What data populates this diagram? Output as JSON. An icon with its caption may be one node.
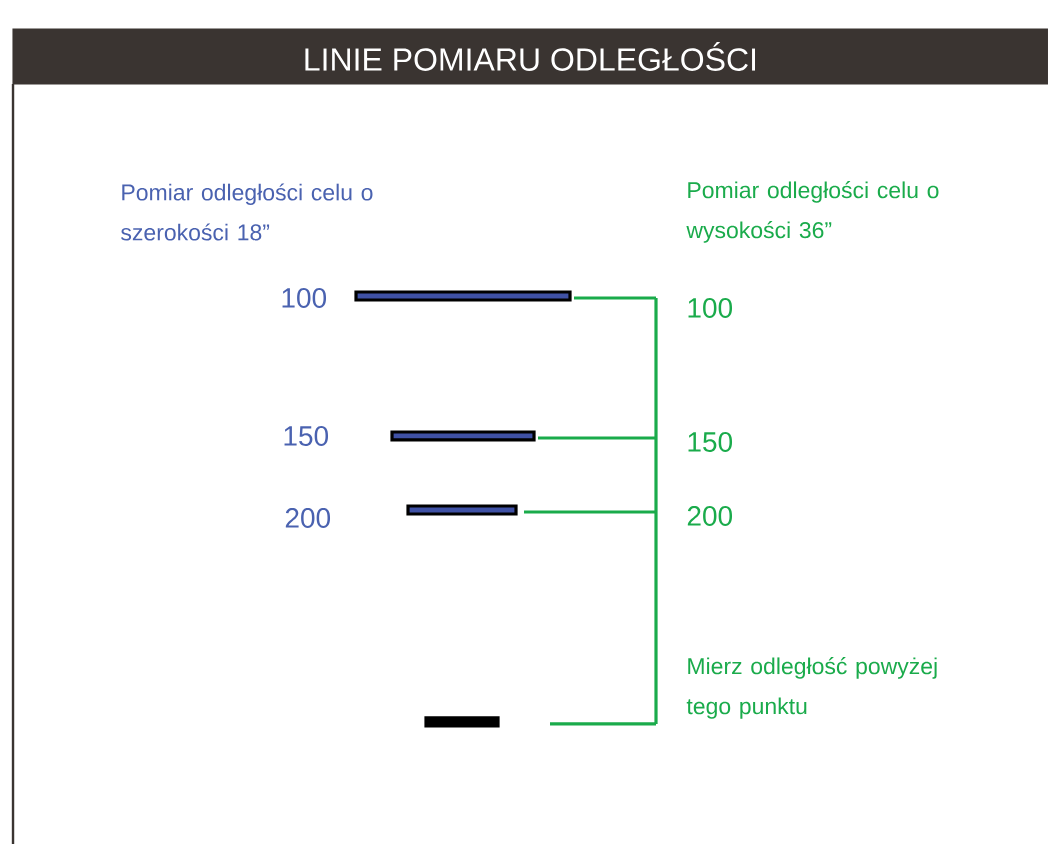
{
  "diagram": {
    "title": "LINIE POMIARU ODLEGŁOŚCI",
    "labels": [
      "Pomiar odległości celu o szerokości 18”",
      "Pomiar odległości celu o wysokości 36”",
      "100",
      "100",
      "150",
      "150",
      "200",
      "200",
      "Mierz odległość powyżej tego punktu"
    ]
  }
}
